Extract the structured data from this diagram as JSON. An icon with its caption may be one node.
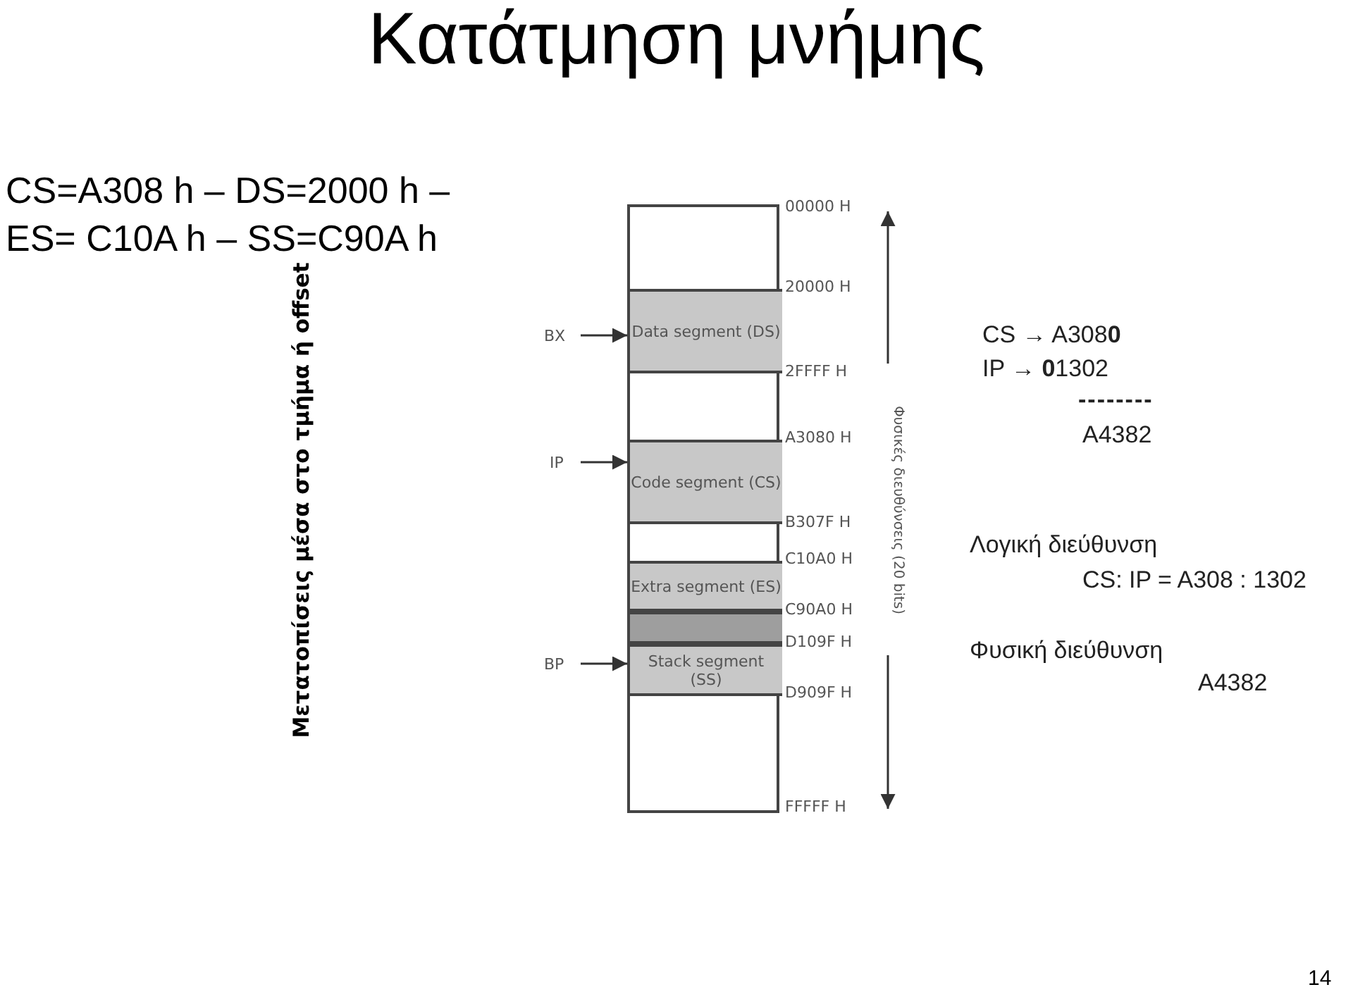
{
  "diagram": {
    "title": "Κατάτμηση μνήμης",
    "nodes": [
      {
        "text": [],
        "shape": "bar"
      },
      {
        "text": [
          "Data segment (DS)"
        ],
        "in": 0
      },
      {
        "text": [
          "Code segment (CS)"
        ],
        "in": 0
      },
      {
        "text": [
          "Extra segment (ES)"
        ],
        "in": 0
      },
      {
        "text": [],
        "shape": "box",
        "in": 0
      },
      {
        "text": [
          "Stack segment (SS)"
        ],
        "in": 0
      },
      {
        "text": [
          "BX"
        ]
      },
      {
        "text": [
          "IP"
        ]
      },
      {
        "text": [
          "BP"
        ]
      }
    ],
    "edges": [
      {
        "from": 6,
        "to": 1,
        "arrow": "to"
      },
      {
        "from": 7,
        "to": 2,
        "arrow": "to"
      },
      {
        "from": 8,
        "to": 5,
        "arrow": "to"
      }
    ],
    "labels": [
      "CS=A308 h – DS=2000 h – ES= C10A h – SS=C90A h",
      "Μετατοπίσεις μέσα στο τμήμα ή offset",
      "00000 H",
      "20000 H",
      "2FFFF H",
      "A3080 H",
      "B307F H",
      "C10A0 H",
      "C90A0 H",
      "D109F H",
      "D909F H",
      "FFFFF H",
      "Φυσικές διευθύνσεις (20 bits)",
      "CS → A308**0**",
      "IP → **0**1302",
      "--------",
      "A4382",
      "Λογική διεύθυνση",
      "CS: IP = A308 : 1302",
      "Φυσική διεύθυνση",
      "A4382",
      "14"
    ]
  }
}
